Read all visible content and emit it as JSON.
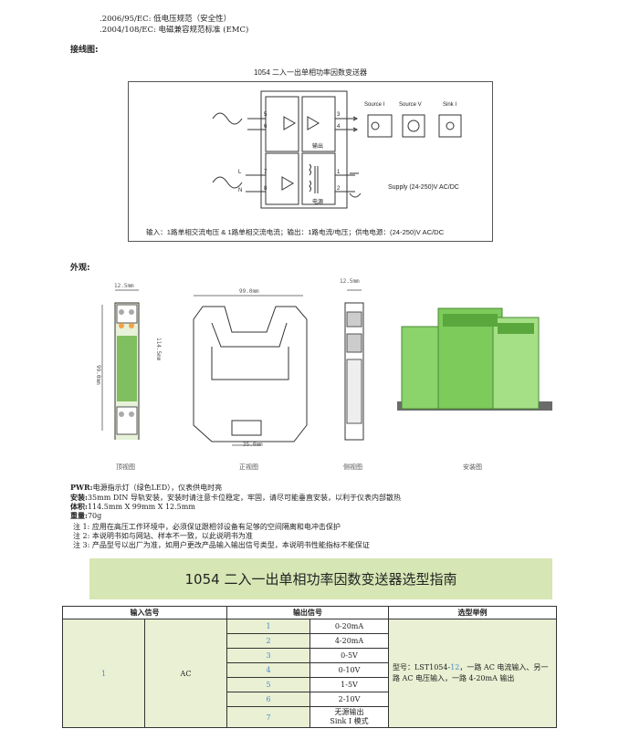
{
  "standards": [
    ".2006/95/EC: 低电压规范（安全性）",
    ".2004/108/EC: 电磁兼容规范标准 (EMC)"
  ],
  "wiring": {
    "heading": "接线图:",
    "title": "1054 二入一出单相功率因数变送器",
    "terminals_in1": [
      "5",
      "6"
    ],
    "terminals_out": [
      "3",
      "4"
    ],
    "terminals_in2": [
      "7",
      "8"
    ],
    "terminals_pwr": [
      "1",
      "2"
    ],
    "line_labels": [
      "L",
      "N"
    ],
    "output_label": "输出",
    "power_label": "电源",
    "source_i": "Source I",
    "source_v": "Source V",
    "sink_i": "Sink I",
    "supply": "Supply (24-250)V AC/DC",
    "caption": "输入：1路单相交流电压 & 1路单相交流电流；输出：1路电流/电压；供电电源：(24-250)V AC/DC"
  },
  "appearance": {
    "heading": "外观:",
    "dims": {
      "front_width": "12.5mm",
      "front_height": "99.0mm",
      "front_height2": "114.5mm",
      "side_width": "99.0mm",
      "side_base": "35.0mm",
      "rear_width": "12.5mm"
    },
    "view_labels": [
      "顶视图",
      "正视图",
      "侧视图",
      "安装图"
    ]
  },
  "specs": {
    "pwr_label": "PWR:",
    "pwr_text": "电源指示灯（绿色LED），仪表供电时亮",
    "install_label": "安装:",
    "install_text": "35mm DIN 导轨安装，安装时请注意卡位稳定，牢固，请尽可能垂直安装，以利于仪表内部散热",
    "size_label": "体积:",
    "size_text": "114.5mm X 99mm X 12.5mm",
    "weight_label": "重量:",
    "weight_text": "70g"
  },
  "notes": [
    "注 1: 应用在高压工作环境中，必须保证跟相邻设备有足够的空间隔离和电冲击保护",
    "注 2: 本说明书如与网站、样本不一致，以此说明书为准",
    "注 3: 产品型号以出厂为准，如用户更改产品输入输出信号类型，本说明书性能指标不能保证"
  ],
  "banner_title": "1054 二入一出单相功率因数变送器选型指南",
  "selection_table": {
    "headers": [
      "输入信号",
      "输出信号",
      "选型举例"
    ],
    "input_code": "1",
    "input_type": "AC",
    "outputs": [
      {
        "code": "1",
        "signal": "0-20mA"
      },
      {
        "code": "2",
        "signal": "4-20mA"
      },
      {
        "code": "3",
        "signal": "0-5V"
      },
      {
        "code": "4",
        "signal": "0-10V"
      },
      {
        "code": "5",
        "signal": "1-5V"
      },
      {
        "code": "6",
        "signal": "2-10V"
      },
      {
        "code": "7",
        "signal": "无源输出\nSink I 模式"
      }
    ],
    "example_prefix": "型号：LST1054-",
    "example_code": "12",
    "example_suffix": "，一路 AC 电流输入、另一 路 AC 电压输入，一路 4-20mA 输出"
  }
}
